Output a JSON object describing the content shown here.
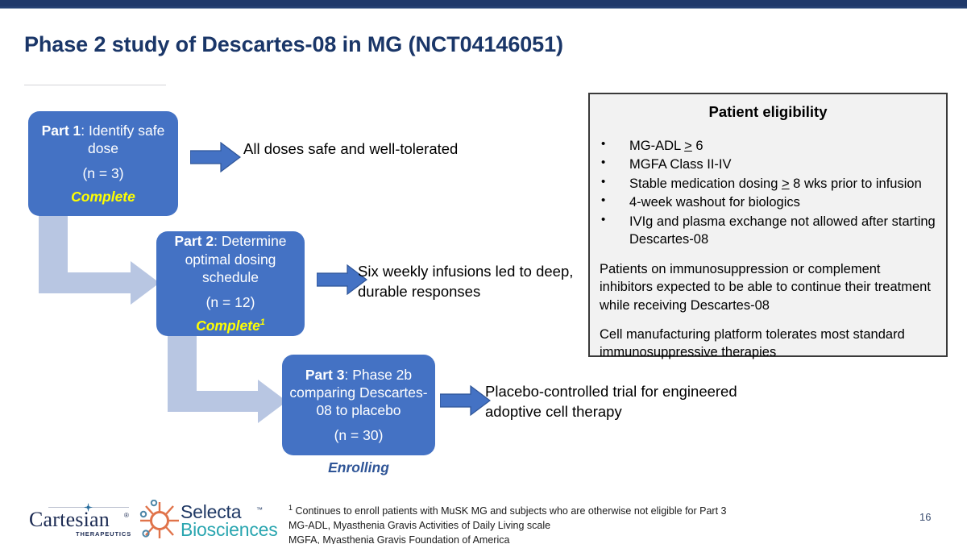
{
  "slide": {
    "title": "Phase 2 study of Descartes-08 in MG (NCT04146051)",
    "page_number": "16"
  },
  "colors": {
    "topbar": "#20396a",
    "title": "#1a3668",
    "box_fill": "#4472c4",
    "status_complete": "#ffff00",
    "status_enrolling": "#2f5597",
    "arrow_blue": "#4472c4",
    "elbow_arrow": "#b8c6e2",
    "panel_fill": "#f2f2f2",
    "panel_border": "#3a3a3a"
  },
  "flow": {
    "parts": [
      {
        "label": "Part 1",
        "separator": ": ",
        "description": "Identify safe dose",
        "n": "(n = 3)",
        "status": "Complete",
        "status_superscript": "",
        "status_placement": "inside",
        "outcome": "All doses safe and well-tolerated"
      },
      {
        "label": "Part 2",
        "separator": ": ",
        "description": "Determine optimal dosing schedule",
        "n": "(n = 12)",
        "status": "Complete",
        "status_superscript": "1",
        "status_placement": "inside",
        "outcome": "Six weekly infusions led to deep, durable responses"
      },
      {
        "label": "Part 3",
        "separator": ": ",
        "description": "Phase 2b comparing Descartes-08 to placebo",
        "n": "(n = 30)",
        "status": "Enrolling",
        "status_superscript": "",
        "status_placement": "below",
        "outcome": "Placebo-controlled trial for engineered adoptive cell therapy"
      }
    ]
  },
  "eligibility": {
    "title": "Patient eligibility",
    "bullets": [
      {
        "pre": "MG-ADL ",
        "gte": ">",
        "post": " 6"
      },
      {
        "pre": "MGFA Class II-IV",
        "gte": "",
        "post": ""
      },
      {
        "pre": "Stable medication dosing ",
        "gte": ">",
        "post": " 8 wks prior to infusion"
      },
      {
        "pre": "4-week washout for biologics",
        "gte": "",
        "post": ""
      },
      {
        "pre": "IVIg and plasma exchange not allowed after starting Descartes-08",
        "gte": "",
        "post": ""
      }
    ],
    "paragraphs": [
      "Patients on immunosuppression or complement inhibitors expected to be able to continue their treatment while receiving Descartes-08",
      "Cell manufacturing platform tolerates most standard immunosuppressive therapies"
    ]
  },
  "footnotes": {
    "marker": "1",
    "line1": " Continues to enroll patients with MuSK MG and subjects who are otherwise not eligible for Part 3",
    "line2": "MG-ADL, Myasthenia Gravis Activities of Daily Living scale",
    "line3": "MGFA, Myasthenia Gravis Foundation of America"
  },
  "logos": {
    "cartesian": {
      "word": "Cartesian",
      "registered": "®",
      "tagline": "THERAPEUTICS"
    },
    "selecta": {
      "word1": "Selecta",
      "trademark": "™",
      "word2": "Biosciences"
    }
  }
}
